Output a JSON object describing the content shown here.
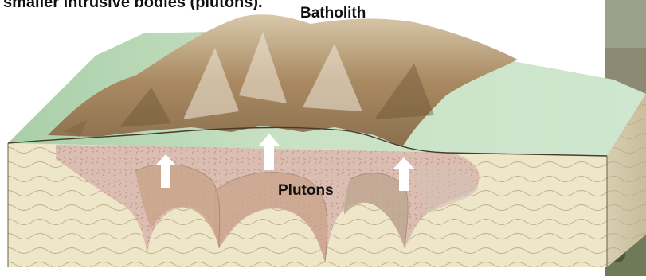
{
  "caption": "smaller intrusive bodies (plutons).",
  "labels": {
    "batholith": "Batholith",
    "plutons": "Plutons"
  },
  "colors": {
    "bedrock": "#eee6c9",
    "pluton": "#dcbdb2",
    "pluton_dark": "#c9a48a",
    "terrain_green": "#bcd9ba",
    "terrain_brown": "#a88761",
    "arrow": "#ffffff"
  },
  "icons": [
    "up-arrow-icon"
  ]
}
